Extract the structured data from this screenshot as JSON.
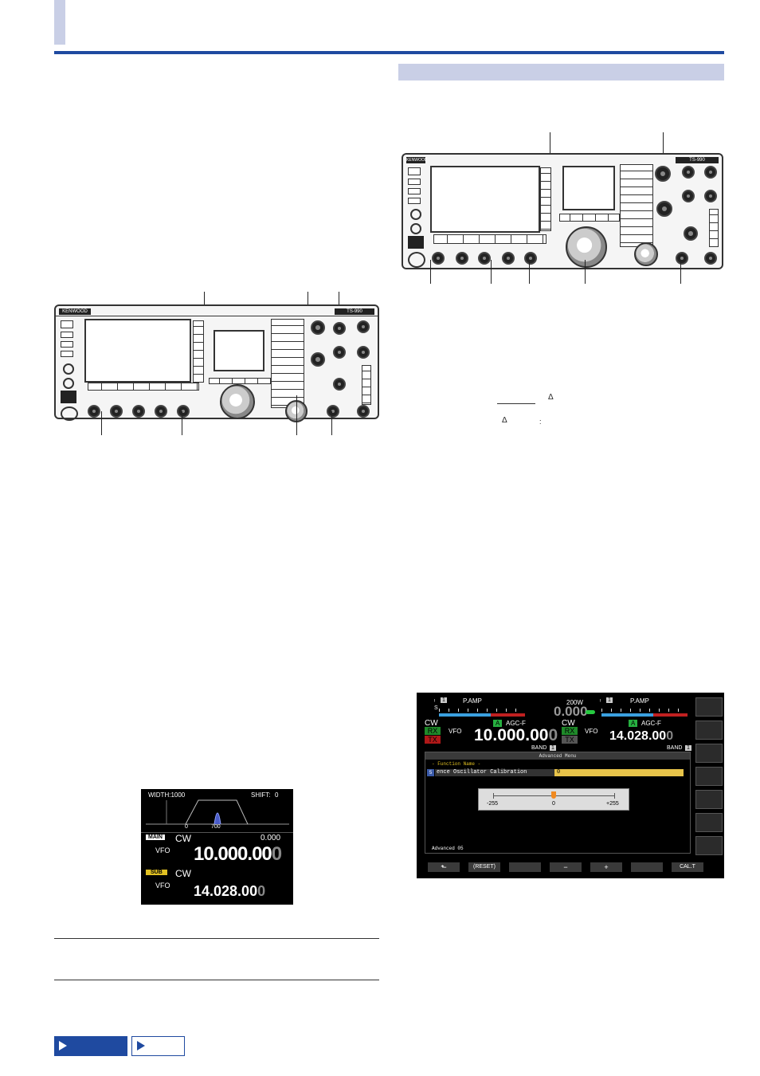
{
  "brand": {
    "logo": "KENWOOD",
    "model": "TS-990"
  },
  "filter_screen": {
    "width_label": "WIDTH:1000",
    "shift_label": "SHIFT:",
    "shift_value": "0",
    "axis_zero": "0",
    "axis_700": "700",
    "main_tag": "MAIN",
    "main_mode": "CW",
    "main_offset": "0.000",
    "main_vfo": "VFO",
    "main_freq": "10.000.00",
    "main_freq_last": "0",
    "sub_tag": "SUB",
    "sub_mode": "CW",
    "sub_vfo": "VFO",
    "sub_freq": "14.028.00",
    "sub_freq_last": "0"
  },
  "menu_screen": {
    "pamp_left": "P.AMP",
    "pamp_right": "P.AMP",
    "s_label": "S",
    "ant_num": "1",
    "power": "200W",
    "power_value": "0.000",
    "main_mode": "CW",
    "rx": "RX",
    "tx": "TX",
    "vfo_left": "VFO",
    "vfo_a": "A",
    "agc_left": "AGC-F",
    "main_freq": "10.000.00",
    "main_freq_last": "0",
    "band_left": "BAND",
    "band_left_num": "1",
    "sub_mode": "CW",
    "sub_rx": "RX",
    "sub_tx": "TX",
    "vfo_right": "VFO",
    "vfo_a_right": "A",
    "agc_right": "AGC-F",
    "sub_freq": "14.028.00",
    "sub_freq_last": "0",
    "band_right": "BAND",
    "band_right_num": "1",
    "menu_title": "Advanced Menu",
    "function_header": "- Function Name -",
    "row_num": "5",
    "row_name": "ence Oscillator Calibration",
    "row_value": "0",
    "slider_min": "-255",
    "slider_mid": "0",
    "slider_max": "+255",
    "slider_fraction": 0.5,
    "footer": "Advanced 05",
    "softkeys": [
      "",
      "(RESET)",
      "",
      "−",
      "+",
      "",
      "CAL.T"
    ]
  },
  "note_symbols": {
    "delta1": "Δ",
    "delta2": "Δ",
    "colon": ":"
  },
  "nav": {
    "back_icon": "triangle-right",
    "next_icon": "triangle-right"
  }
}
